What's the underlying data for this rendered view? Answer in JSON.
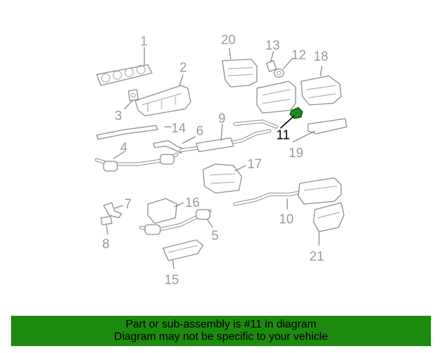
{
  "diagram": {
    "callouts": [
      "1",
      "2",
      "3",
      "4",
      "5",
      "7",
      "8",
      "9",
      "10",
      "11",
      "12",
      "13",
      "14",
      "15",
      "16",
      "17",
      "18",
      "19",
      "20",
      "21",
      "6"
    ],
    "highlight_label": "11",
    "highlight_color": "#1a8a1a"
  },
  "banner": {
    "line1": "Part or sub-assembly is #11 in diagram",
    "line2": "Diagram may not be specific to your vehicle",
    "background": "#1f8a10"
  }
}
